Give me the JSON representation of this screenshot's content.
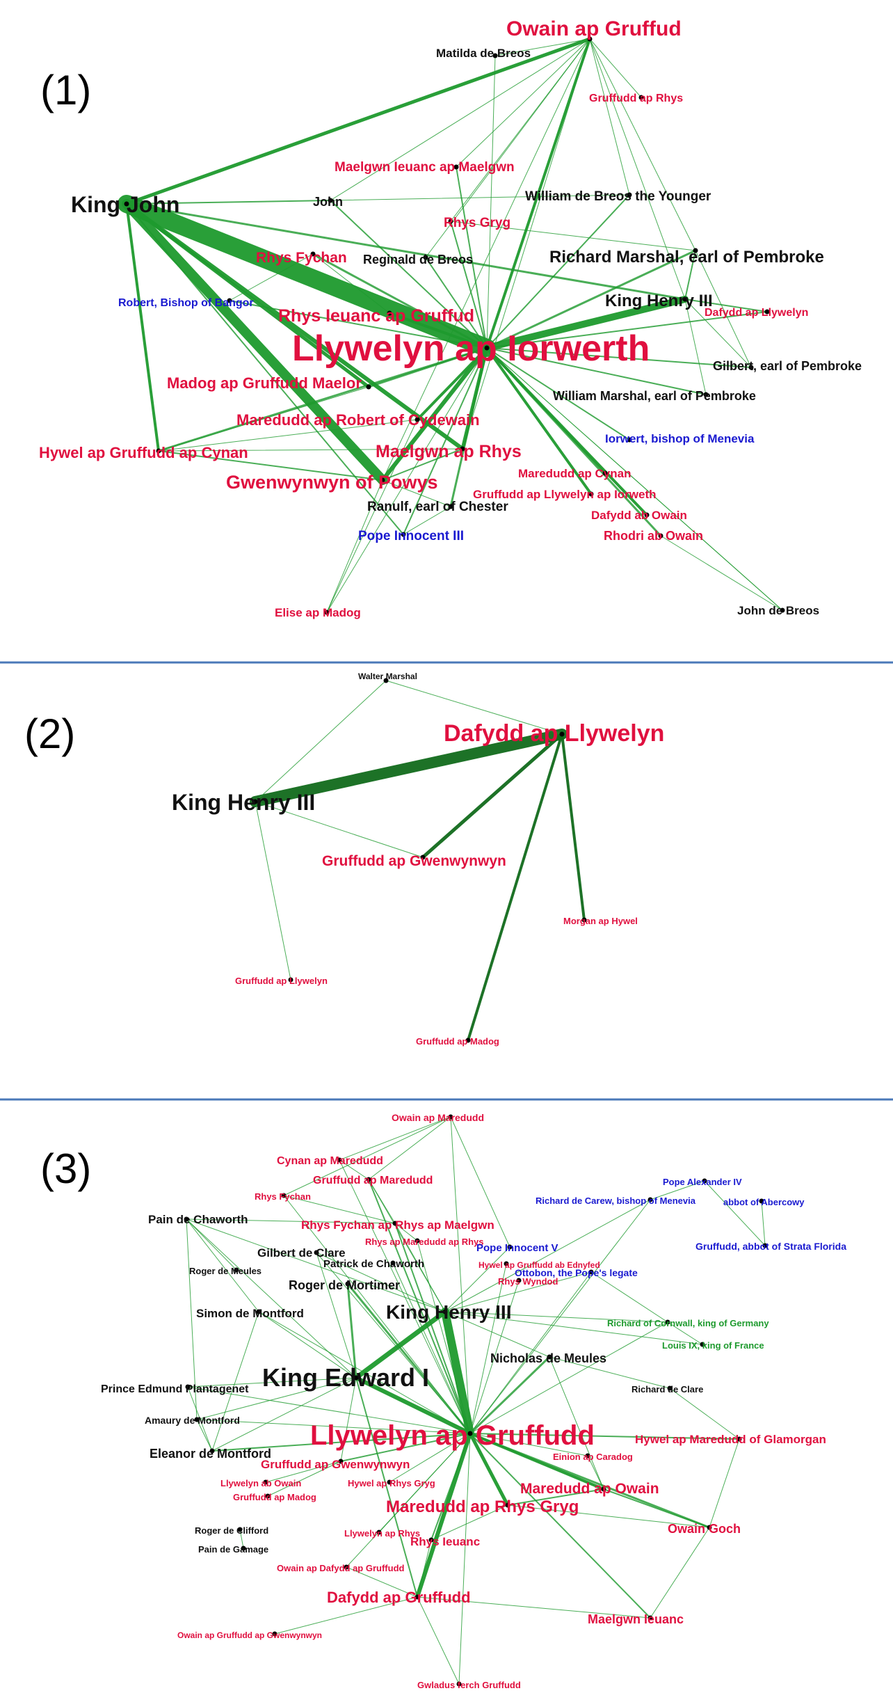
{
  "colors": {
    "edge": "#1e9a2e",
    "edge_dark": "#116b1c",
    "welsh": "#e0103f",
    "english": "#111111",
    "church": "#1a1ad0",
    "foreign": "#1e9a2e",
    "divider": "#4a78b8"
  },
  "panels": [
    {
      "label": "(1)",
      "nodes": [
        {
          "text": "Owain ap Gruffud",
          "color": "welsh"
        },
        {
          "text": "Matilda de Breos",
          "color": "english"
        },
        {
          "text": "Gruffudd ap Rhys",
          "color": "welsh"
        },
        {
          "text": "Maelgwn Ieuanc ap Maelgwn",
          "color": "welsh"
        },
        {
          "text": "King John",
          "color": "english"
        },
        {
          "text": "John",
          "color": "english"
        },
        {
          "text": "William de Breos the Younger",
          "color": "english"
        },
        {
          "text": "Rhys Gryg",
          "color": "welsh"
        },
        {
          "text": "Reginald de Breos",
          "color": "english"
        },
        {
          "text": "Richard Marshal, earl of Pembroke",
          "color": "english"
        },
        {
          "text": "Rhys Fychan",
          "color": "welsh"
        },
        {
          "text": "King Henry III",
          "color": "english"
        },
        {
          "text": "Robert, Bishop of Bangor",
          "color": "church"
        },
        {
          "text": "Rhys Ieuanc  ap Gruffud",
          "color": "welsh"
        },
        {
          "text": "Dafydd ap Llywelyn",
          "color": "welsh"
        },
        {
          "text": "Llywelyn ap Iorwerth",
          "color": "welsh"
        },
        {
          "text": "Gilbert, earl of Pembroke",
          "color": "english"
        },
        {
          "text": "Madog ap Gruffudd Maelor",
          "color": "welsh"
        },
        {
          "text": "William Marshal, earl of Pembroke",
          "color": "english"
        },
        {
          "text": "Maredudd ap Robert of Cydewain",
          "color": "welsh"
        },
        {
          "text": "Iorwert, bishop of Menevia",
          "color": "church"
        },
        {
          "text": "Hywel ap Gruffudd ap Cynan",
          "color": "welsh"
        },
        {
          "text": "Maelgwn ap Rhys",
          "color": "welsh"
        },
        {
          "text": "Maredudd ap Cynan",
          "color": "welsh"
        },
        {
          "text": "Gwenwynwyn of Powys",
          "color": "welsh"
        },
        {
          "text": "Gruffudd ap Llywelyn ap Iorweth",
          "color": "welsh"
        },
        {
          "text": "Ranulf, earl of Chester",
          "color": "english"
        },
        {
          "text": "Dafydd ab Owain",
          "color": "welsh"
        },
        {
          "text": "Pope Innocent III",
          "color": "church"
        },
        {
          "text": "Rhodri ab Owain",
          "color": "welsh"
        },
        {
          "text": "Elise ap Madog",
          "color": "welsh"
        },
        {
          "text": "John de Breos",
          "color": "english"
        }
      ]
    },
    {
      "label": "(2)",
      "nodes": [
        {
          "text": "Walter Marshal",
          "color": "english"
        },
        {
          "text": "Dafydd ap Llywelyn",
          "color": "welsh"
        },
        {
          "text": "King Henry III",
          "color": "english"
        },
        {
          "text": "Gruffudd ap Gwenwynwyn",
          "color": "welsh"
        },
        {
          "text": "Morgan ap Hywel",
          "color": "welsh"
        },
        {
          "text": "Gruffudd ap Llywelyn",
          "color": "welsh"
        },
        {
          "text": "Gruffudd ap Madog",
          "color": "welsh"
        }
      ]
    },
    {
      "label": "(3)",
      "nodes": [
        {
          "text": "Owain ap Maredudd",
          "color": "welsh"
        },
        {
          "text": "Cynan ap Maredudd",
          "color": "welsh"
        },
        {
          "text": "Gruffudd ap Maredudd",
          "color": "welsh"
        },
        {
          "text": "Pope Alexander IV",
          "color": "church"
        },
        {
          "text": "Rhys Fychan",
          "color": "welsh"
        },
        {
          "text": "Richard de Carew, bishop of Menevia",
          "color": "church"
        },
        {
          "text": "abbot of Abercowy",
          "color": "church"
        },
        {
          "text": "Pain de Chaworth",
          "color": "english"
        },
        {
          "text": "Rhys Fychan ap Rhys ap Maelgwn",
          "color": "welsh"
        },
        {
          "text": "Rhys ap Maredudd ap Rhys",
          "color": "welsh"
        },
        {
          "text": "Gruffudd, abbot of Strata Florida",
          "color": "church"
        },
        {
          "text": "Gilbert de Clare",
          "color": "english"
        },
        {
          "text": "Pope Innocent V",
          "color": "church"
        },
        {
          "text": "Patrick de Chaworth",
          "color": "english"
        },
        {
          "text": "Hywel ap Gruffudd ab Ednyfed",
          "color": "welsh"
        },
        {
          "text": "Roger de Meules",
          "color": "english"
        },
        {
          "text": "Ottobon, the Pope's legate",
          "color": "church"
        },
        {
          "text": "Rhys Wyndod",
          "color": "welsh"
        },
        {
          "text": "Roger de Mortimer",
          "color": "english"
        },
        {
          "text": "King Henry III",
          "color": "english"
        },
        {
          "text": "Simon de Montford",
          "color": "english"
        },
        {
          "text": "Richard of Cornwall, king of Germany",
          "color": "foreign"
        },
        {
          "text": "Louis IX, king of France",
          "color": "foreign"
        },
        {
          "text": "Nicholas de Meules",
          "color": "english"
        },
        {
          "text": "King Edward I",
          "color": "english"
        },
        {
          "text": "Prince Edmund Plantagenet",
          "color": "english"
        },
        {
          "text": "Richard de Clare",
          "color": "english"
        },
        {
          "text": "Amaury de Montford",
          "color": "english"
        },
        {
          "text": "Llywelyn ap Gruffudd",
          "color": "welsh"
        },
        {
          "text": "Hywel ap Maredudd  of Glamorgan",
          "color": "welsh"
        },
        {
          "text": "Eleanor de Montford",
          "color": "english"
        },
        {
          "text": "Einion ap Caradog",
          "color": "welsh"
        },
        {
          "text": "Gruffudd ap Gwenwynwyn",
          "color": "welsh"
        },
        {
          "text": "Llywelyn ab Owain",
          "color": "welsh"
        },
        {
          "text": "Hywel ap Rhys Gryg",
          "color": "welsh"
        },
        {
          "text": "Maredudd ap Owain",
          "color": "welsh"
        },
        {
          "text": "Gruffudd ap Madog",
          "color": "welsh"
        },
        {
          "text": "Maredudd ap Rhys Gryg",
          "color": "welsh"
        },
        {
          "text": "Roger de Clifford",
          "color": "english"
        },
        {
          "text": "Llywelyn ap Rhys",
          "color": "welsh"
        },
        {
          "text": "Pain de Gamage",
          "color": "english"
        },
        {
          "text": "Rhys Ieuanc",
          "color": "welsh"
        },
        {
          "text": "Owain Goch",
          "color": "welsh"
        },
        {
          "text": "Owain ap Dafydd ap Gruffudd",
          "color": "welsh"
        },
        {
          "text": "Dafydd ap Gruffudd",
          "color": "welsh"
        },
        {
          "text": "Maelgwn Ieuanc",
          "color": "welsh"
        },
        {
          "text": "Owain ap Gruffudd ap Gwenwynwyn",
          "color": "welsh"
        },
        {
          "text": "Gwladus ferch Gruffudd",
          "color": "welsh"
        }
      ]
    }
  ]
}
